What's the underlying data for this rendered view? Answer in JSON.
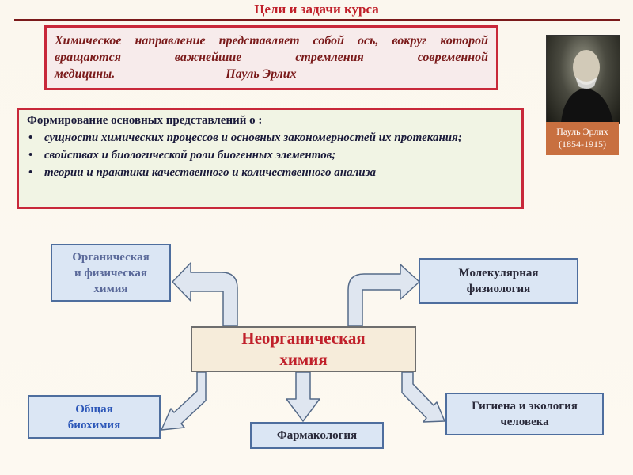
{
  "title": "Цели и задачи курса",
  "quote": {
    "text": "Химическое направление представляет собой ось, вокруг которой вращаются важнейшие стремления современной медицины.",
    "author": "Пауль Эрлих"
  },
  "portrait": {
    "caption_name": "Пауль Эрлих",
    "caption_years": "(1854-1915)"
  },
  "goals": {
    "heading": "Формирование основных представлений о :",
    "items": [
      "сущности химических процессов и основных закономерностей их протекания;",
      "свойствах и биологической роли биогенных элементов;",
      "теории и практики качественного и количественного анализа"
    ]
  },
  "diagram": {
    "center": "Неорганическая\nхимия",
    "organic": "Органическая\nи физическая\nхимия",
    "molecular": "Молекулярная\nфизиология",
    "biochem": "Общая\nбиохимия",
    "pharmacology": "Фармакология",
    "hygiene": "Гигиена и экология\nчеловека"
  },
  "colors": {
    "accent_red": "#c8283a",
    "box_fill": "#dbe6f4",
    "box_border": "#4e6e9e",
    "center_fill": "#f6ecda"
  }
}
